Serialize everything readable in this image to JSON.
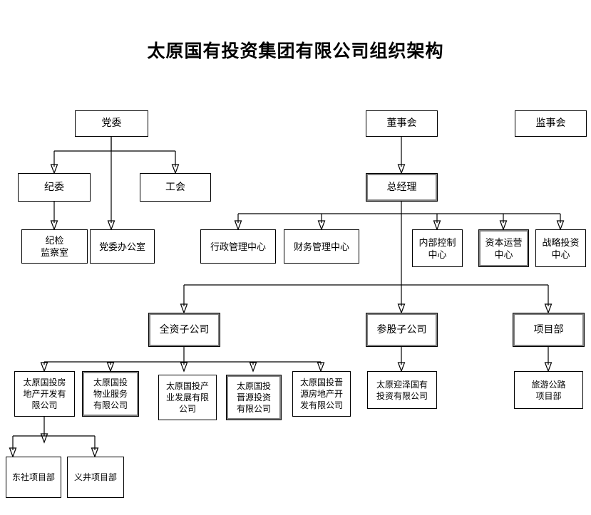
{
  "title": "太原国有投资集团有限公司组织架构",
  "theme": {
    "background": "#ffffff",
    "line_color": "#000000",
    "box_border": "#000000",
    "shadow_color": "#808080"
  },
  "nodes": {
    "party_committee": "党委",
    "board_of_directors": "董事会",
    "board_of_supervisors": "监事会",
    "discipline_committee": "纪委",
    "labor_union": "工会",
    "general_manager": "总经理",
    "discipline_inspection_office": "纪检\n监察室",
    "party_committee_office": "党委办公室",
    "admin_management_center": "行政管理中心",
    "finance_management_center": "财务管理中心",
    "internal_control_center": "内部控制\n中心",
    "capital_operation_center": "资本运营\n中心",
    "strategic_investment_center": "战略投资\n中心",
    "wholly_owned_subsidiaries": "全资子公司",
    "equity_participation_subsidiaries": "参股子公司",
    "project_department": "项目部",
    "sub_real_estate": "太原国投房\n地产开发有\n限公司",
    "sub_property_service": "太原国投\n物业服务\n有限公司",
    "sub_industry_development": "太原国投产\n业发展有限\n公司",
    "sub_jinyuan_investment": "太原国投\n晋源投资\n有限公司",
    "sub_jinyuan_real_estate": "太原国投晋\n源房地产开\n发有限公司",
    "sub_yingze_investment": "太原迎泽国有\n投资有限公司",
    "tourism_highway_project": "旅游公路\n项目部",
    "dongshe_project": "东社项目部",
    "yijing_project": "义井项目部"
  }
}
